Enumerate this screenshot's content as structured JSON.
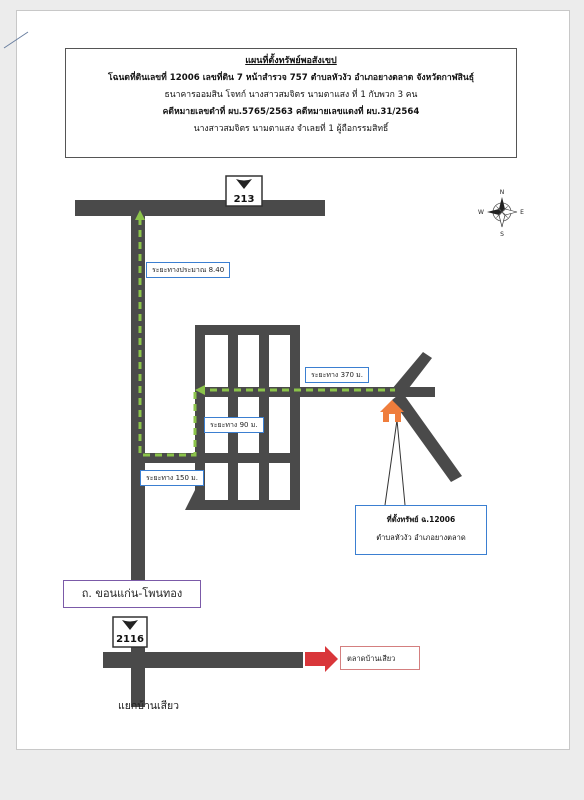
{
  "header": {
    "title": "แผนที่ตั้งทรัพย์พอสังเขป",
    "line1": "โฉนดที่ดินเลขที่ 12006 เลขที่ดิน 7 หน้าสำรวจ 757 ตำบลหัวงัว อำเภอยางตลาด จังหวัดกาฬสินธุ์",
    "line2": "ธนาคารออมสิน  โจทก์  นางสาวสมจิตร นามตาแสง ที่ 1  กับพวก 3 คน",
    "line3": "คดีหมายเลขดำที่ ผบ.5765/2563  คดีหมายเลขแดงที่ ผบ.31/2564",
    "line4": "นางสาวสมจิตร นามตาแสง จำเลยที่ 1 ผู้ถือกรรมสิทธิ์"
  },
  "map": {
    "highway_top": "213",
    "highway_bottom": "2116",
    "distance_labels": {
      "approx": "ระยะทางประมาณ 8.40",
      "d370": "ระยะทาง 370 ม.",
      "d90": "ระยะทาง 90 ม.",
      "d150": "ระยะทาง 150 ม."
    },
    "property": {
      "line1": "ที่ตั้งทรัพย์ ฉ.12006",
      "line2": "ตำบลหัวงัว อำเภอยางตลาด"
    },
    "road_name": "ถ. ขอนแก่น-โพนทอง",
    "market": "ตลาดบ้านเสียว",
    "junction": "แยกบ้านเสียว",
    "compass": {
      "n": "N",
      "s": "S",
      "e": "E",
      "w": "W"
    },
    "colors": {
      "road": "#4a4a4a",
      "route": "#8bc34a",
      "house": "#ef7d3c",
      "arrow": "#d9363a"
    }
  }
}
